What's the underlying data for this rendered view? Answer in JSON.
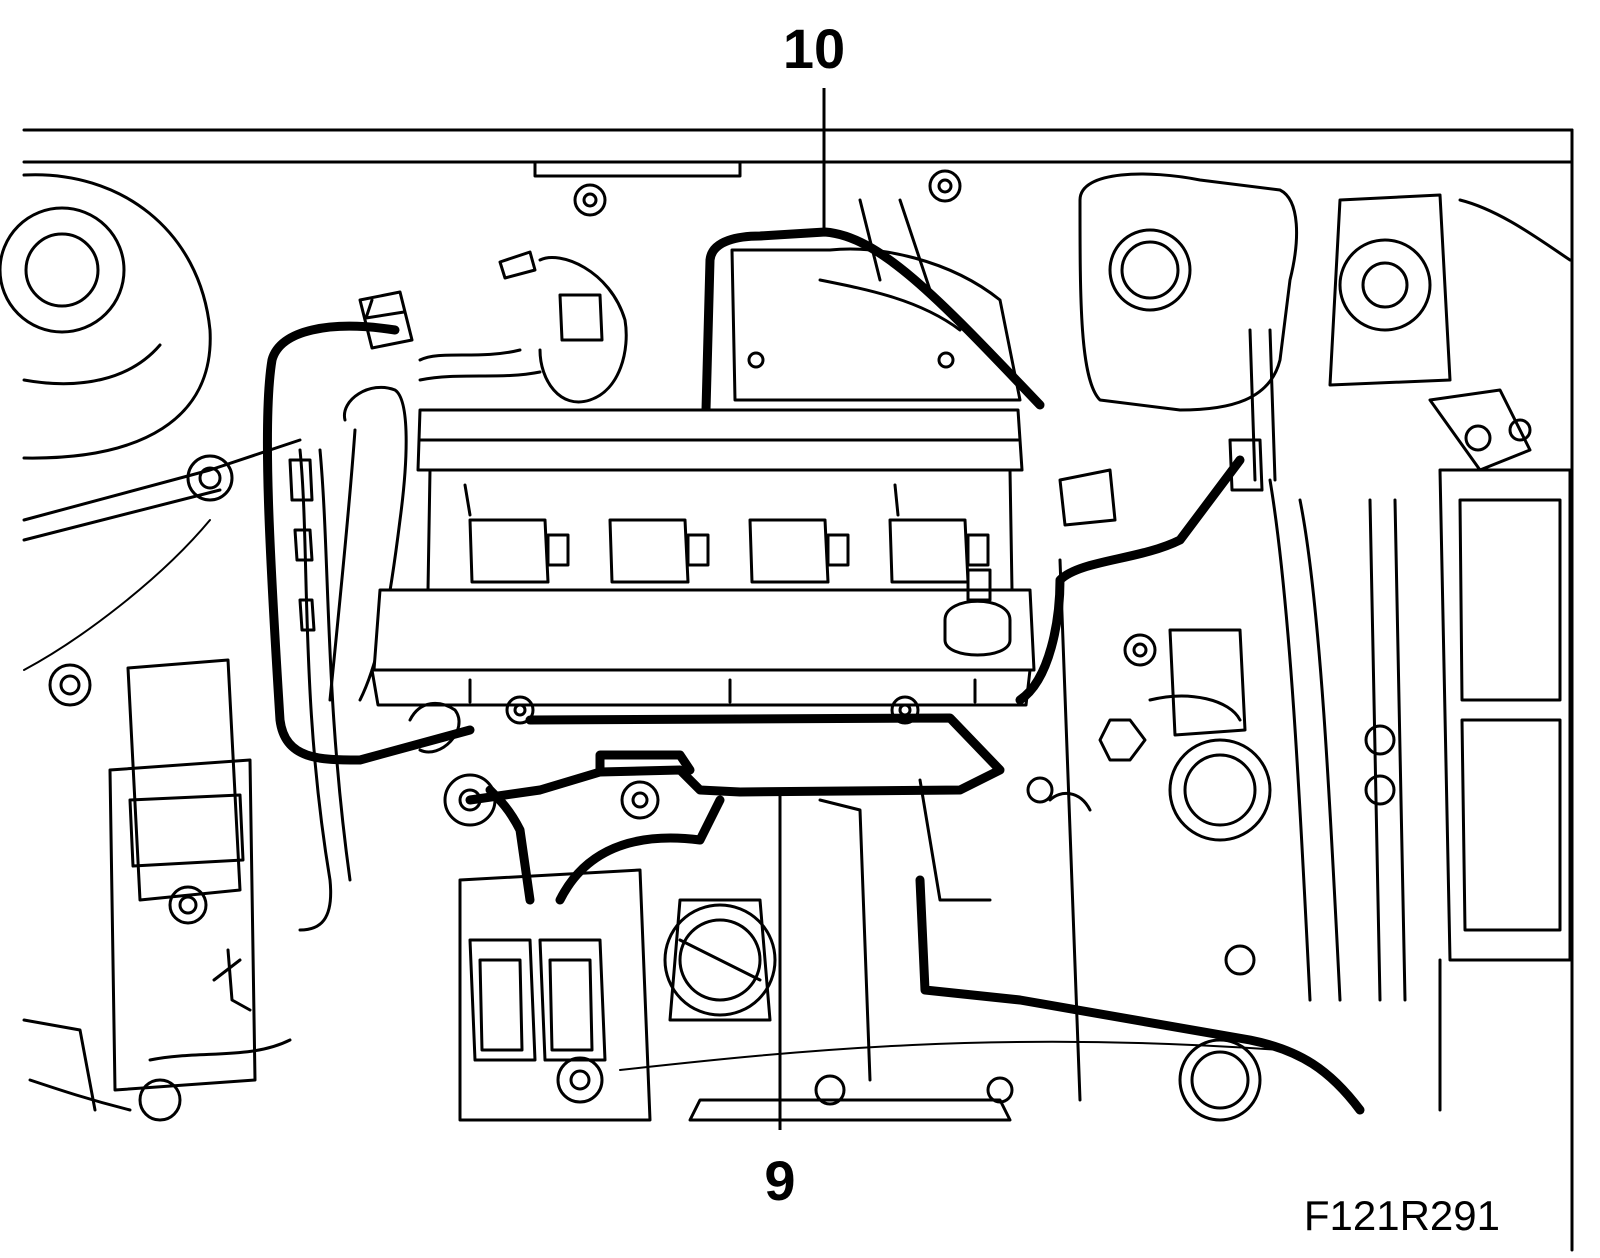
{
  "diagram": {
    "callouts": [
      {
        "id": "callout-10",
        "label": "10"
      },
      {
        "id": "callout-9",
        "label": "9"
      }
    ],
    "figure_id": "F121R291"
  }
}
